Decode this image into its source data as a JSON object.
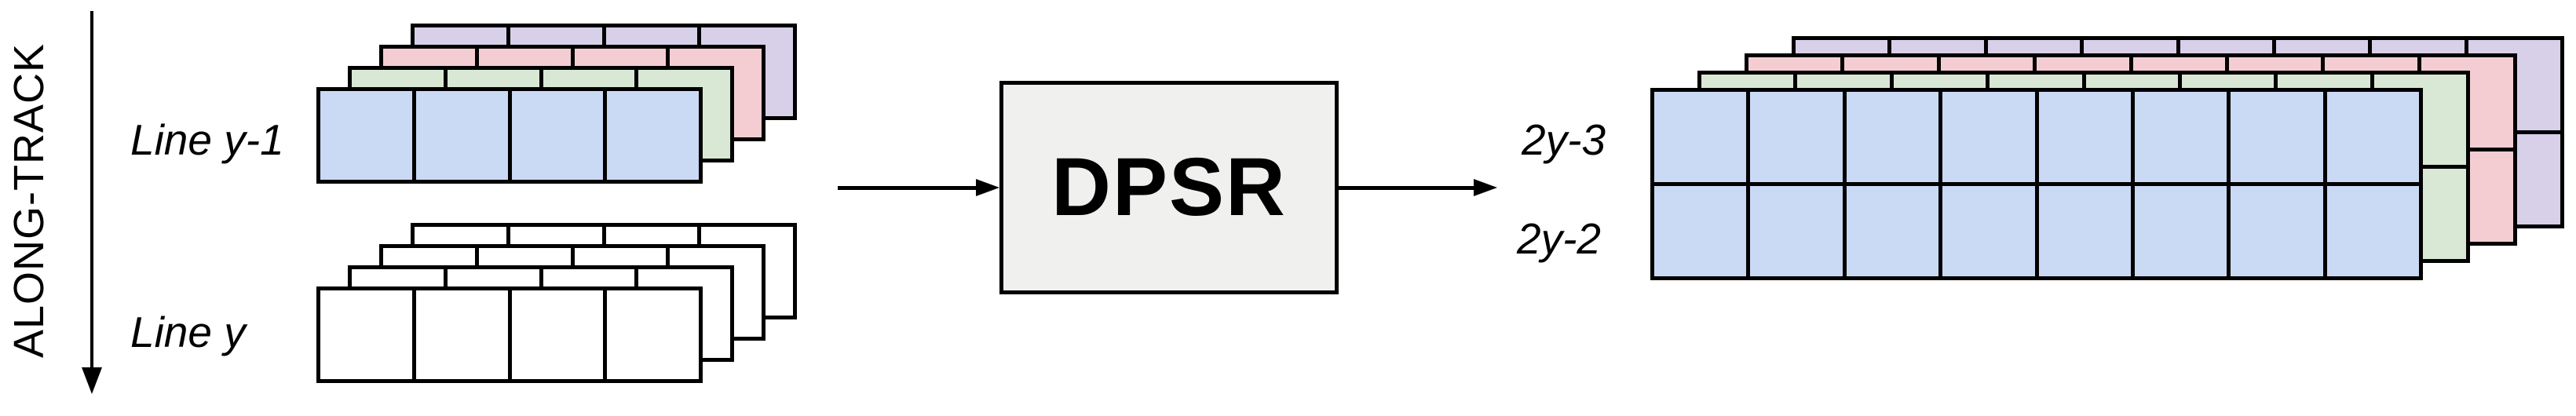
{
  "along_track": {
    "label": "ALONG-TRACK"
  },
  "colors": {
    "blue": "#cad9f4",
    "green": "#d9e8d5",
    "pink": "#f4cdd2",
    "purple": "#d8d0e9",
    "white": "#ffffff",
    "outline": "#000000",
    "processor_fill": "#f0f0ee"
  },
  "input_stacks": [
    {
      "label": "Line y-1",
      "cols": 4,
      "rows": 1,
      "layer_colors": [
        "purple",
        "pink",
        "green",
        "blue"
      ]
    },
    {
      "label": "Line y",
      "cols": 4,
      "rows": 1,
      "layer_colors": [
        "white",
        "white",
        "white",
        "white"
      ]
    }
  ],
  "processor": {
    "label": "DPSR"
  },
  "output_stack": {
    "labels": [
      "2y-3",
      "2y-2"
    ],
    "cols": 8,
    "rows": 2,
    "layer_colors": [
      "purple",
      "pink",
      "green",
      "blue"
    ]
  }
}
